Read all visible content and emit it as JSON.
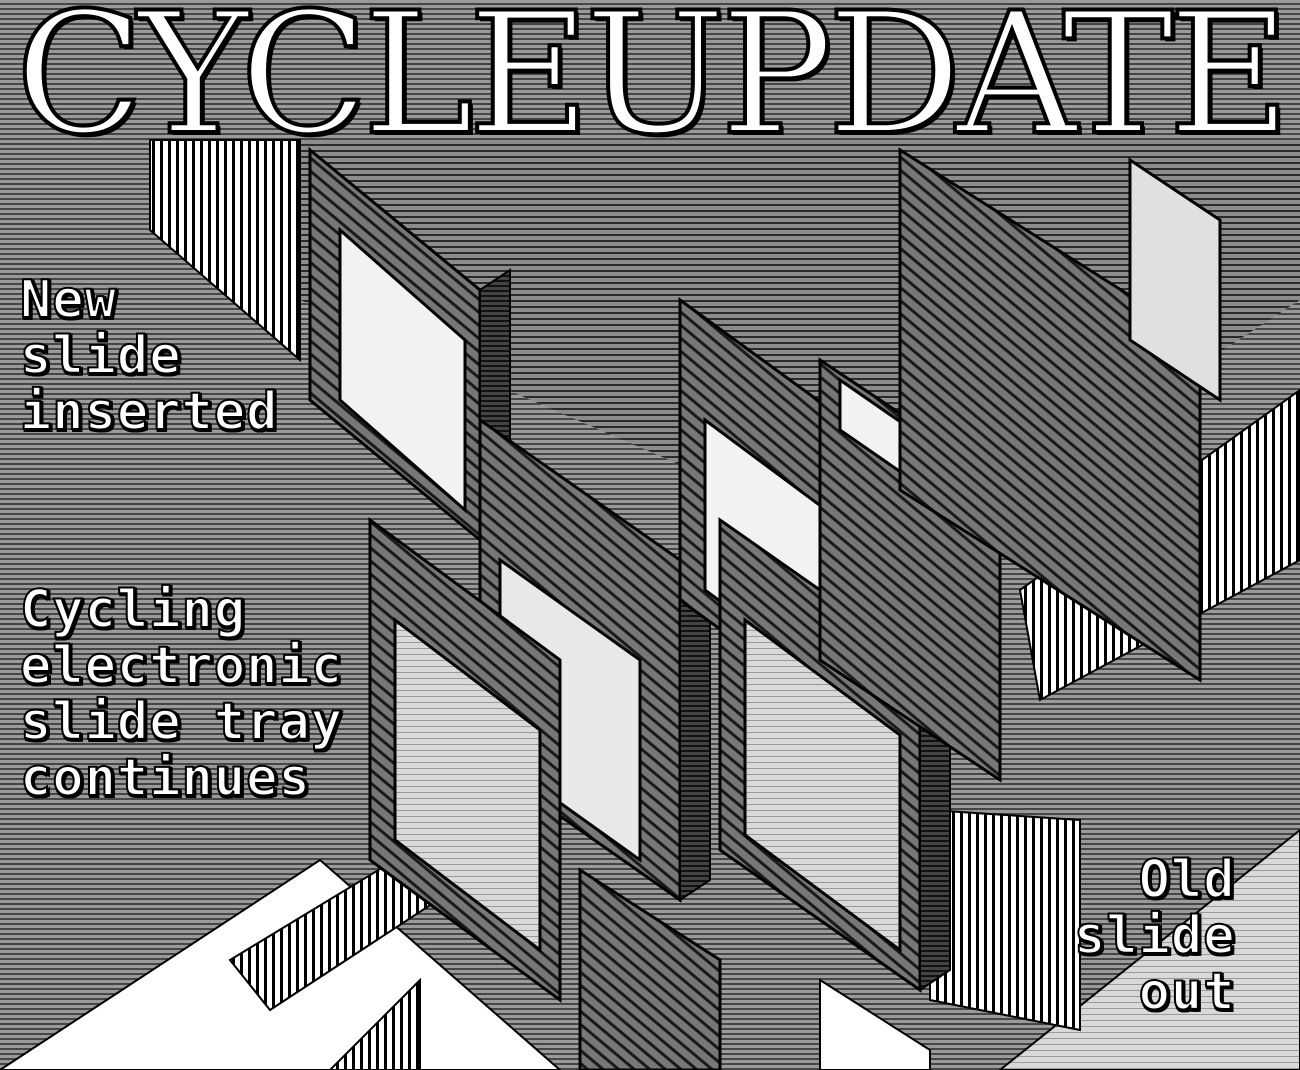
{
  "title": "CYCLEUPDATE",
  "captions": {
    "new_slide": [
      "New",
      "slide",
      "inserted"
    ],
    "cycling": [
      "Cycling",
      "electronic",
      "slide tray",
      "continues"
    ],
    "old_slide": [
      "Old",
      "slide",
      "out"
    ]
  },
  "colors": {
    "background_gray": "#9a9a9a",
    "dark_stripe": "#3a3a3a",
    "light_face": "#e6e6e6",
    "text": "#ffffff"
  }
}
